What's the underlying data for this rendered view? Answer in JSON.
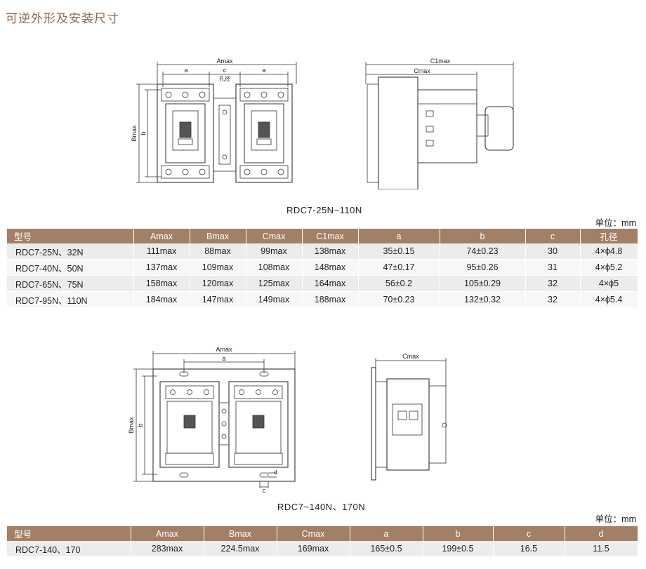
{
  "title": "可逆外形及安装尺寸",
  "section1": {
    "labels": {
      "Amax": "Amax",
      "a": "a",
      "c": "c",
      "hole": "孔径",
      "Bmax": "Bmax",
      "b": "b",
      "C1max": "C1max",
      "Cmax": "Cmax"
    },
    "caption": "RDC7-25N~110N",
    "unit": "单位：mm",
    "table": {
      "headers": [
        "型号",
        "Amax",
        "Bmax",
        "Cmax",
        "C1max",
        "a",
        "b",
        "c",
        "孔径"
      ],
      "rows": [
        [
          "RDC7-25N、32N",
          "111max",
          "88max",
          "99max",
          "138max",
          "35±0.15",
          "74±0.23",
          "30",
          "4×ϕ4.8"
        ],
        [
          "RDC7-40N、50N",
          "137max",
          "109max",
          "108max",
          "148max",
          "47±0.17",
          "95±0.26",
          "31",
          "4×ϕ5.2"
        ],
        [
          "RDC7-65N、75N",
          "158max",
          "120max",
          "125max",
          "164max",
          "56±0.2",
          "105±0.29",
          "32",
          "4×ϕ5"
        ],
        [
          "RDC7-95N、110N",
          "184max",
          "147max",
          "149max",
          "188max",
          "70±0.23",
          "132±0.32",
          "32",
          "4×ϕ5.4"
        ]
      ]
    }
  },
  "section2": {
    "labels": {
      "Amax": "Amax",
      "a": "a",
      "Bmax": "Bmax",
      "b": "b",
      "c": "c",
      "d": "d",
      "Cmax": "Cmax"
    },
    "caption": "RDC7~140N、170N",
    "unit": "单位：mm",
    "table": {
      "headers": [
        "型号",
        "Amax",
        "Bmax",
        "Cmax",
        "a",
        "b",
        "c",
        "d"
      ],
      "rows": [
        [
          "RDC7-140、170",
          "283max",
          "224.5max",
          "169max",
          "165±0.5",
          "199±0.5",
          "16.5",
          "11.5"
        ]
      ]
    }
  }
}
